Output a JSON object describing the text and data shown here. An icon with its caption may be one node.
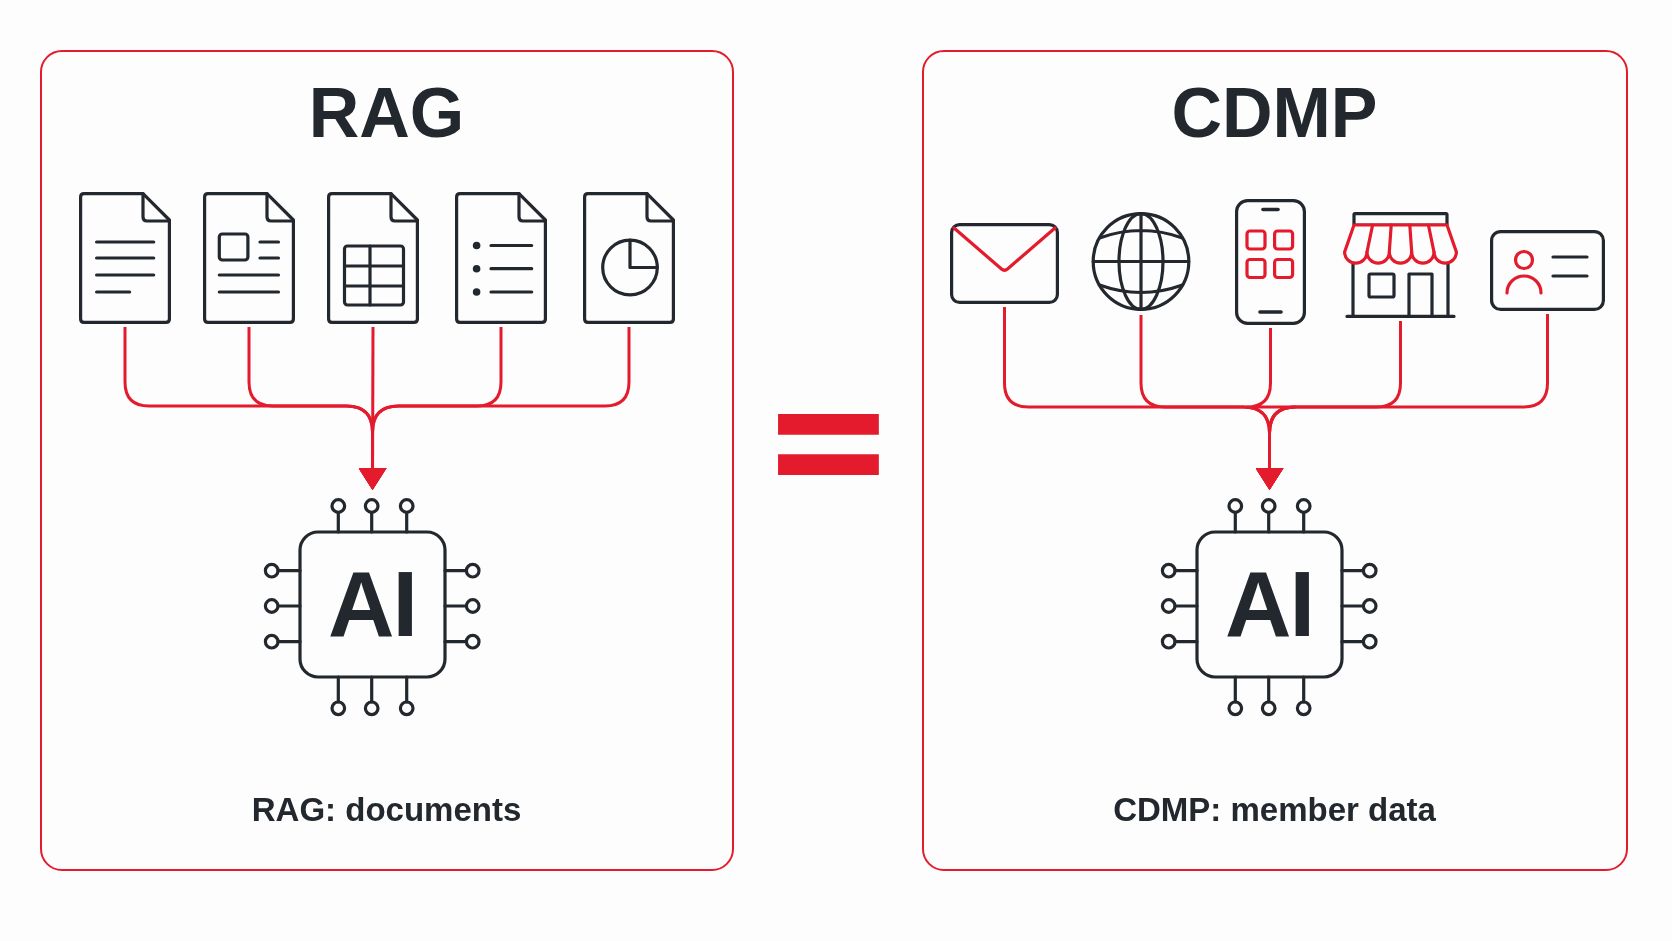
{
  "diagram": {
    "nodes": [
      {
        "text": [
          "RAG",
          "RAG: documents"
        ]
      },
      {
        "text": [],
        "shape": "picture",
        "in": 0
      },
      {
        "text": [],
        "shape": "picture",
        "in": 0
      },
      {
        "text": [],
        "shape": "picture",
        "in": 0
      },
      {
        "text": [],
        "shape": "picture",
        "in": 0
      },
      {
        "text": [],
        "shape": "picture",
        "in": 0
      },
      {
        "text": [
          "AI"
        ],
        "in": 0
      },
      {
        "text": [
          "CDMP",
          "CDMP: member data"
        ]
      },
      {
        "text": [],
        "shape": "picture",
        "in": 7
      },
      {
        "text": [],
        "shape": "picture",
        "in": 7
      },
      {
        "text": [],
        "shape": "picture",
        "in": 7
      },
      {
        "text": [],
        "shape": "picture",
        "in": 7
      },
      {
        "text": [],
        "shape": "picture",
        "in": 7
      },
      {
        "text": [
          "AI"
        ],
        "in": 7
      }
    ],
    "edges": [
      {
        "from": 1,
        "to": 6,
        "arrow": "to"
      },
      {
        "from": 2,
        "to": 6,
        "arrow": "to"
      },
      {
        "from": 3,
        "to": 6,
        "arrow": "to"
      },
      {
        "from": 4,
        "to": 6,
        "arrow": "to"
      },
      {
        "from": 5,
        "to": 6,
        "arrow": "to"
      },
      {
        "from": 8,
        "to": 13,
        "arrow": "to"
      },
      {
        "from": 9,
        "to": 13,
        "arrow": "to"
      },
      {
        "from": 10,
        "to": 13,
        "arrow": "to"
      },
      {
        "from": 11,
        "to": 13,
        "arrow": "to"
      },
      {
        "from": 12,
        "to": 13,
        "arrow": "to"
      }
    ],
    "labels": [
      "="
    ]
  }
}
